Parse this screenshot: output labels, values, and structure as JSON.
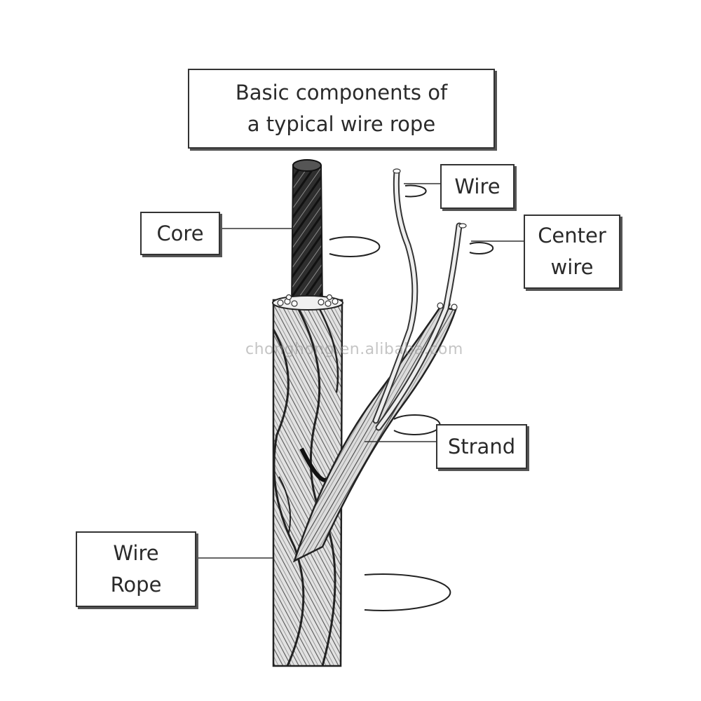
{
  "title": {
    "line1": "Basic components of",
    "line2": "a typical wire rope"
  },
  "labels": {
    "core": "Core",
    "wire": "Wire",
    "center_wire_line1": "Center",
    "center_wire_line2": "wire",
    "strand": "Strand",
    "wire_rope_line1": "Wire",
    "wire_rope_line2": "Rope"
  },
  "watermark": "chonghong.en.alibaba.com",
  "colors": {
    "outline": "#2a2a2a",
    "core_fill": "#3a3a3a",
    "strand_fill": "#d8d8d8",
    "wire_fill": "#e4e4e4"
  }
}
